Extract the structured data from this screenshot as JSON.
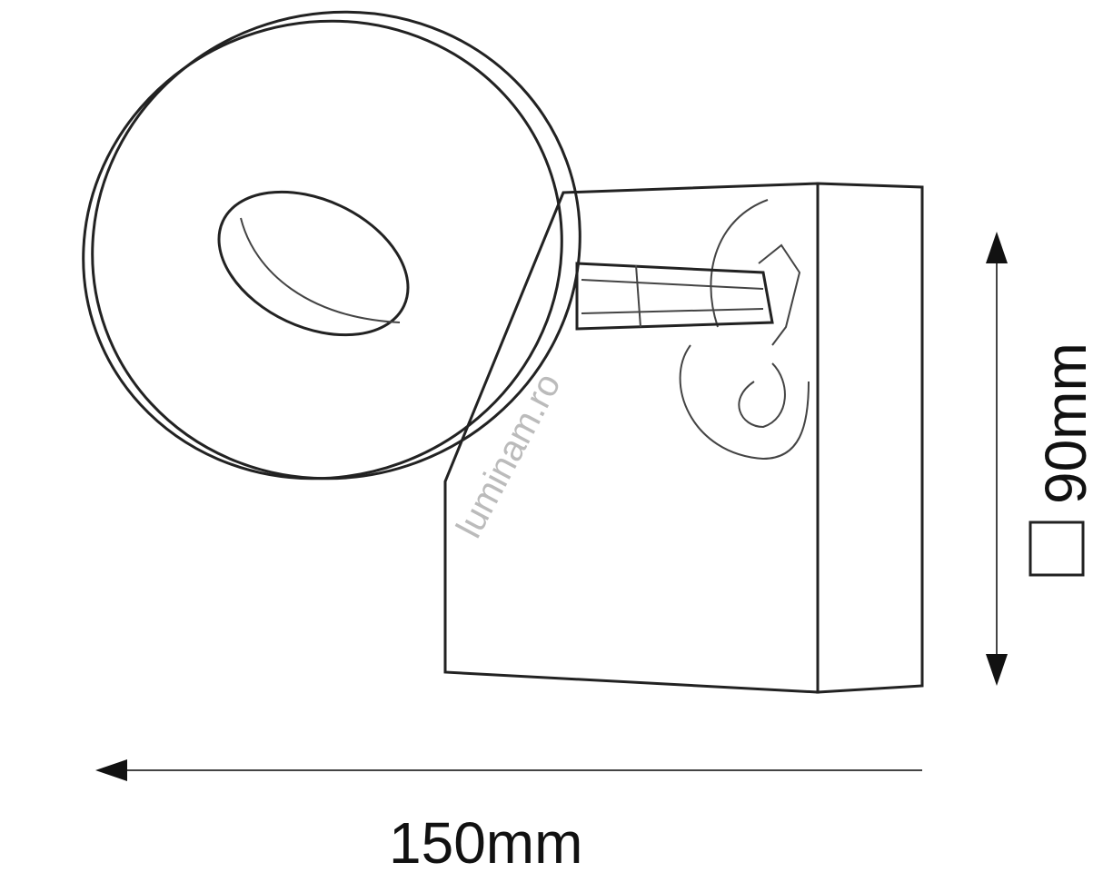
{
  "drawing": {
    "width_label": "150mm",
    "height_label": "90mm",
    "square_symbol": "□",
    "watermark": "luminam.ro"
  }
}
